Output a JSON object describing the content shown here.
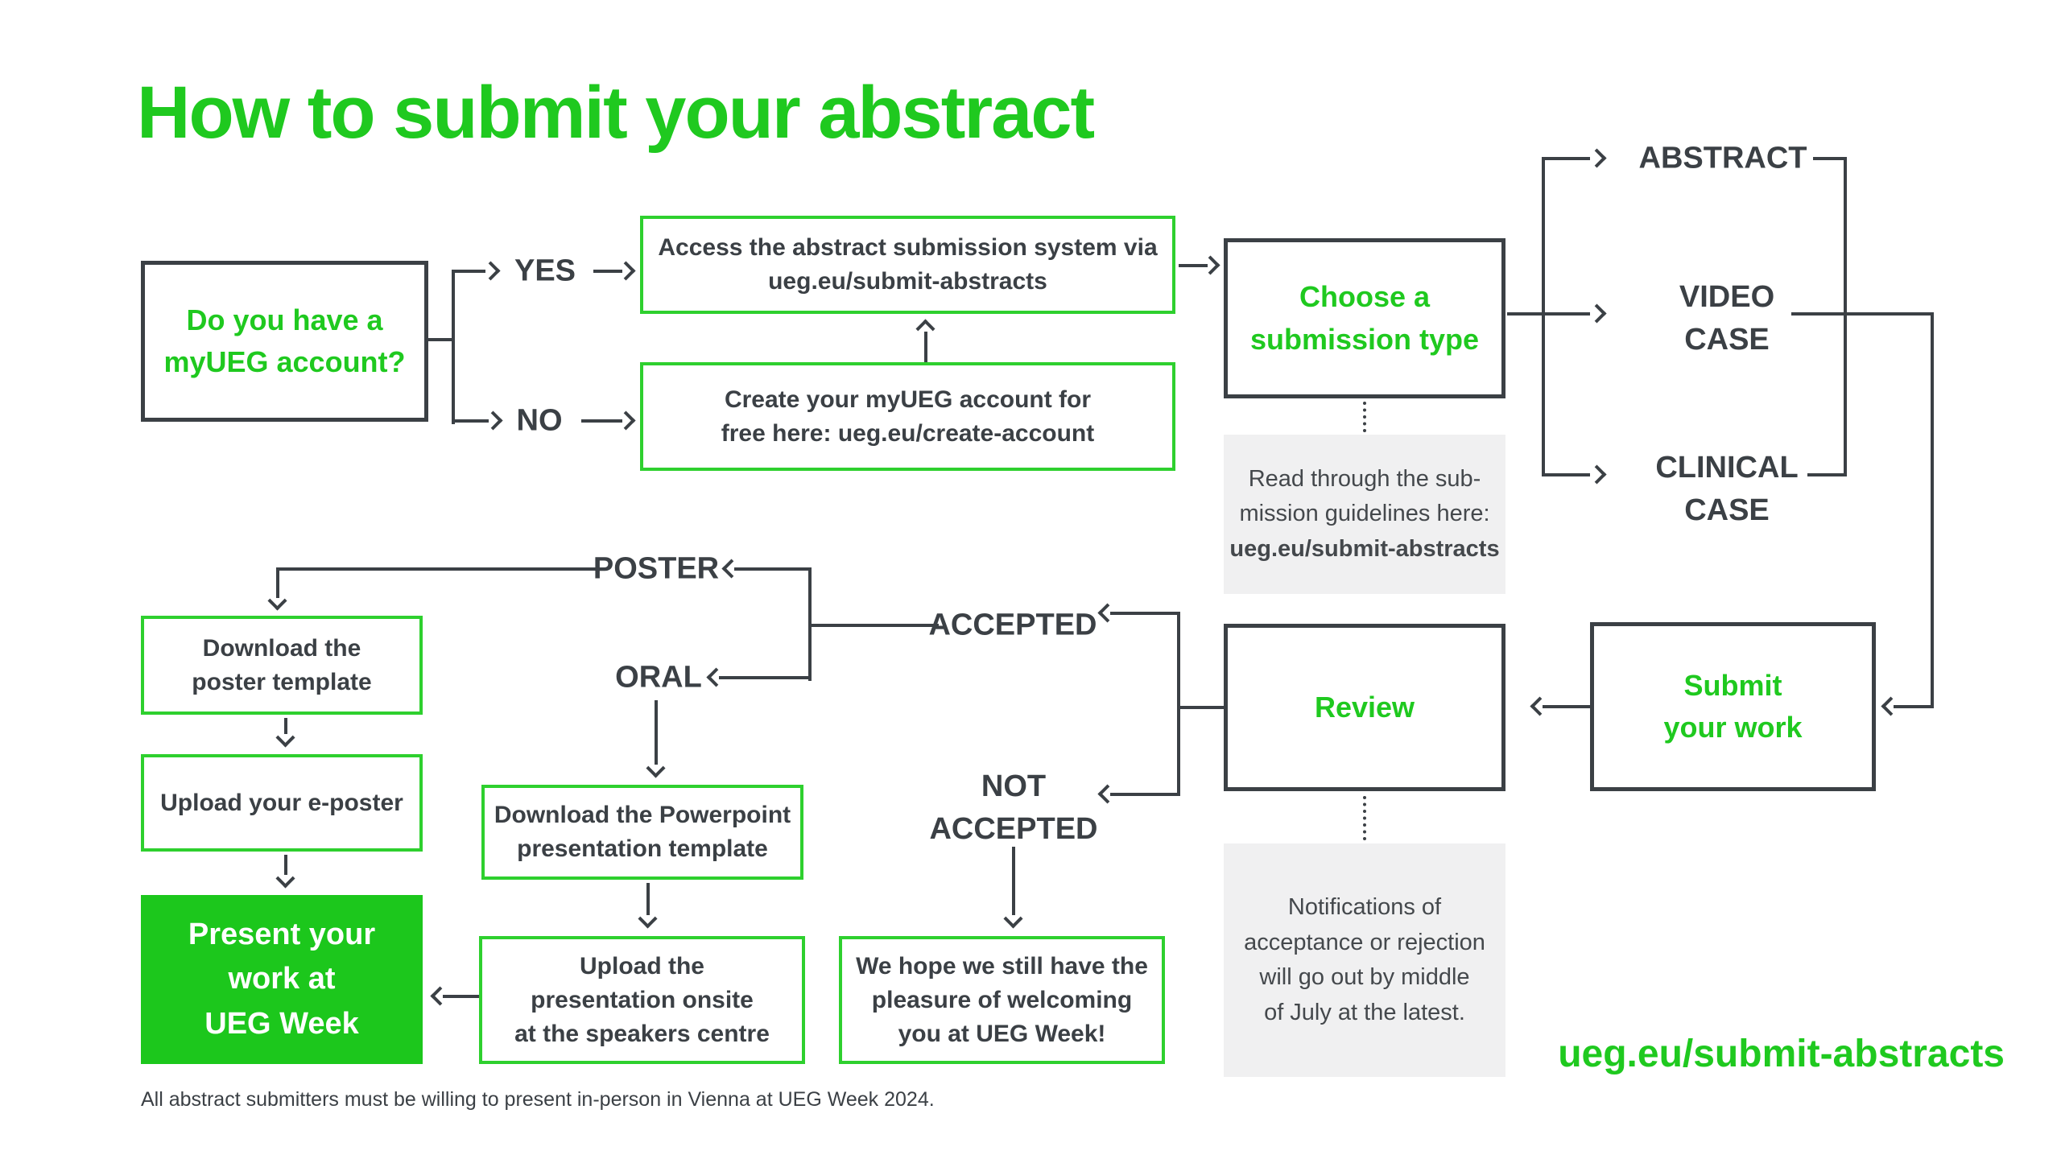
{
  "title": "How to submit your abstract",
  "colors": {
    "accent_green": "#1fc91f",
    "green_border": "#2ed02e",
    "present_box_fill": "#1cc71c",
    "dark_charcoal": "#3b4045",
    "gray_panel": "#f0f0f1"
  },
  "boxes": {
    "question": {
      "line1": "Do you have a",
      "line2": "myUEG account?"
    },
    "access": {
      "line1": "Access the abstract submission system via",
      "line2": "ueg.eu/submit-abstracts"
    },
    "create": {
      "line1": "Create your myUEG account for",
      "line2": "free here: ueg.eu/create-account"
    },
    "choose": {
      "line1": "Choose a",
      "line2": "submission type"
    },
    "guidelines": {
      "line1": "Read through the sub-",
      "line2": "mission guidelines here:",
      "link": "ueg.eu/submit-abstracts"
    },
    "review": {
      "line1": "Review"
    },
    "submit": {
      "line1": "Submit",
      "line2": "your work"
    },
    "notifications": {
      "line1": "Notifications of",
      "line2": "acceptance or rejection",
      "line3": "will go out by middle",
      "line4": "of July at the latest."
    },
    "download_poster": {
      "line1": "Download the",
      "line2": "poster template"
    },
    "upload_eposter": {
      "line1": "Upload your e-poster"
    },
    "present": {
      "line1": "Present your",
      "line2": "work at",
      "line3": "UEG Week"
    },
    "download_ppt": {
      "line1": "Download the Powerpoint",
      "line2": "presentation template"
    },
    "upload_onsite": {
      "line1": "Upload the",
      "line2": "presentation onsite",
      "line3": "at the speakers centre"
    },
    "hope": {
      "line1": "We hope we still have the",
      "line2": "pleasure of welcoming",
      "line3": "you at UEG Week!"
    }
  },
  "labels": {
    "yes": "YES",
    "no": "NO",
    "abstract": "ABSTRACT",
    "video_case": {
      "line1": "VIDEO",
      "line2": "CASE"
    },
    "clinical_case": {
      "line1": "CLINICAL",
      "line2": "CASE"
    },
    "poster": "POSTER",
    "oral": "ORAL",
    "accepted": "ACCEPTED",
    "not_accepted": {
      "line1": "NOT",
      "line2": "ACCEPTED"
    }
  },
  "footer": {
    "note": "All abstract submitters must be willing to present in-person in Vienna at UEG Week 2024.",
    "link": "ueg.eu/submit-abstracts"
  }
}
